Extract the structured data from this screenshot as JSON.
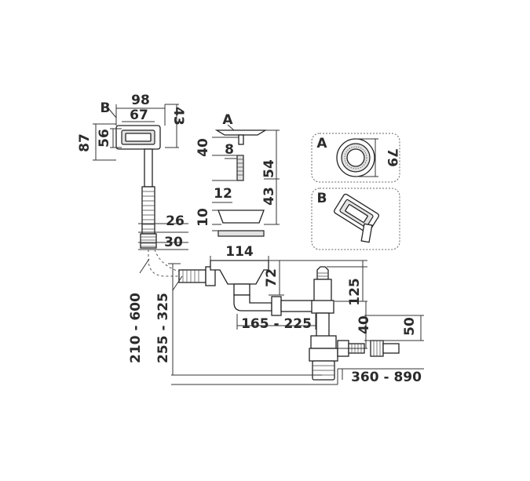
{
  "callouts": {
    "a": "A",
    "b": "B",
    "detail_a": "A",
    "detail_b": "B"
  },
  "dimensions": {
    "overflow_width": "98",
    "overflow_inner_width": "67",
    "overflow_depth": "43",
    "overflow_outer_height": "87",
    "overflow_inner_height": "56",
    "hose_outer": "26",
    "hose_connector": "30",
    "plug_8": "8",
    "plug_40": "40",
    "plug_54": "54",
    "plug_12": "12",
    "plug_43": "43",
    "strainer_10": "10",
    "strainer_114": "114",
    "strainer_72": "72",
    "standpipe_125": "125",
    "offset_range": "165 - 225",
    "outlet_40": "40",
    "outlet_50": "50",
    "detail_a_79": "79",
    "hose_length_range": "210 - 600",
    "height_range": "255 - 325",
    "outlet_range": "360 - 890"
  }
}
